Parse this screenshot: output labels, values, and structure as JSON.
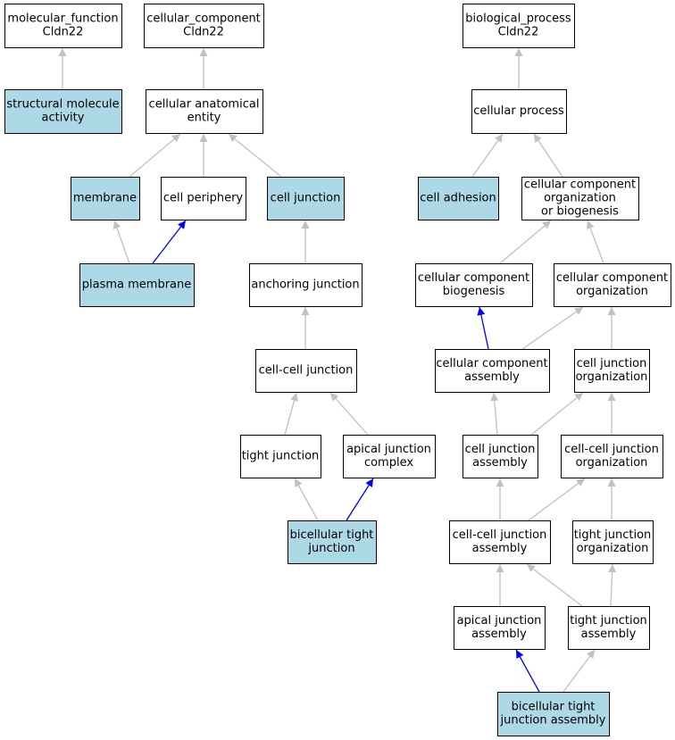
{
  "colors": {
    "highlight_fill": "#add8e6",
    "plain_fill": "#ffffff",
    "edge_gray": "#c0c0c0",
    "edge_blue": "#0000ff"
  },
  "nodes": [
    {
      "id": "mf_root",
      "lines": [
        "molecular_function",
        "Cldn22"
      ],
      "highlighted": false
    },
    {
      "id": "cc_root",
      "lines": [
        "cellular_component",
        "Cldn22"
      ],
      "highlighted": false
    },
    {
      "id": "bp_root",
      "lines": [
        "biological_process",
        "Cldn22"
      ],
      "highlighted": false
    },
    {
      "id": "struct_mol",
      "lines": [
        "structural molecule",
        "activity"
      ],
      "highlighted": true
    },
    {
      "id": "cell_anat",
      "lines": [
        "cellular anatomical",
        "entity"
      ],
      "highlighted": false
    },
    {
      "id": "cell_proc",
      "lines": [
        "cellular process"
      ],
      "highlighted": false
    },
    {
      "id": "membrane",
      "lines": [
        "membrane"
      ],
      "highlighted": true
    },
    {
      "id": "cell_periph",
      "lines": [
        "cell periphery"
      ],
      "highlighted": false
    },
    {
      "id": "cell_junction",
      "lines": [
        "cell junction"
      ],
      "highlighted": true
    },
    {
      "id": "cell_adhesion",
      "lines": [
        "cell adhesion"
      ],
      "highlighted": true
    },
    {
      "id": "ccob",
      "lines": [
        "cellular component",
        "organization",
        "or biogenesis"
      ],
      "highlighted": false
    },
    {
      "id": "plasma_mem",
      "lines": [
        "plasma membrane"
      ],
      "highlighted": true
    },
    {
      "id": "anchoring",
      "lines": [
        "anchoring junction"
      ],
      "highlighted": false
    },
    {
      "id": "cc_biogen",
      "lines": [
        "cellular component",
        "biogenesis"
      ],
      "highlighted": false
    },
    {
      "id": "cc_org",
      "lines": [
        "cellular component",
        "organization"
      ],
      "highlighted": false
    },
    {
      "id": "cell_cell_j",
      "lines": [
        "cell-cell junction"
      ],
      "highlighted": false
    },
    {
      "id": "cc_assembly",
      "lines": [
        "cellular component",
        "assembly"
      ],
      "highlighted": false
    },
    {
      "id": "cj_org",
      "lines": [
        "cell junction",
        "organization"
      ],
      "highlighted": false
    },
    {
      "id": "tight_j",
      "lines": [
        "tight junction"
      ],
      "highlighted": false
    },
    {
      "id": "apical_jc",
      "lines": [
        "apical junction",
        "complex"
      ],
      "highlighted": false
    },
    {
      "id": "cj_assembly",
      "lines": [
        "cell junction",
        "assembly"
      ],
      "highlighted": false
    },
    {
      "id": "ccj_org",
      "lines": [
        "cell-cell junction",
        "organization"
      ],
      "highlighted": false
    },
    {
      "id": "bicell_tj",
      "lines": [
        "bicellular tight",
        "junction"
      ],
      "highlighted": true
    },
    {
      "id": "ccj_assembly",
      "lines": [
        "cell-cell junction",
        "assembly"
      ],
      "highlighted": false
    },
    {
      "id": "tj_org",
      "lines": [
        "tight junction",
        "organization"
      ],
      "highlighted": false
    },
    {
      "id": "apical_ja",
      "lines": [
        "apical junction",
        "assembly"
      ],
      "highlighted": false
    },
    {
      "id": "tj_assembly",
      "lines": [
        "tight junction",
        "assembly"
      ],
      "highlighted": false
    },
    {
      "id": "bicell_tja",
      "lines": [
        "bicellular tight",
        "junction assembly"
      ],
      "highlighted": true
    }
  ],
  "edges": [
    {
      "from": "struct_mol",
      "to": "mf_root",
      "color": "gray"
    },
    {
      "from": "cell_anat",
      "to": "cc_root",
      "color": "gray"
    },
    {
      "from": "cell_proc",
      "to": "bp_root",
      "color": "gray"
    },
    {
      "from": "membrane",
      "to": "cell_anat",
      "color": "gray"
    },
    {
      "from": "cell_periph",
      "to": "cell_anat",
      "color": "gray"
    },
    {
      "from": "cell_junction",
      "to": "cell_anat",
      "color": "gray"
    },
    {
      "from": "cell_adhesion",
      "to": "cell_proc",
      "color": "gray"
    },
    {
      "from": "ccob",
      "to": "cell_proc",
      "color": "gray"
    },
    {
      "from": "plasma_mem",
      "to": "membrane",
      "color": "gray"
    },
    {
      "from": "plasma_mem",
      "to": "cell_periph",
      "color": "blue"
    },
    {
      "from": "anchoring",
      "to": "cell_junction",
      "color": "gray"
    },
    {
      "from": "cc_biogen",
      "to": "ccob",
      "color": "gray"
    },
    {
      "from": "cc_org",
      "to": "ccob",
      "color": "gray"
    },
    {
      "from": "cell_cell_j",
      "to": "anchoring",
      "color": "gray"
    },
    {
      "from": "cc_assembly",
      "to": "cc_biogen",
      "color": "blue"
    },
    {
      "from": "cc_assembly",
      "to": "cc_org",
      "color": "gray"
    },
    {
      "from": "cj_org",
      "to": "cc_org",
      "color": "gray"
    },
    {
      "from": "tight_j",
      "to": "cell_cell_j",
      "color": "gray"
    },
    {
      "from": "apical_jc",
      "to": "cell_cell_j",
      "color": "gray"
    },
    {
      "from": "cj_assembly",
      "to": "cc_assembly",
      "color": "gray"
    },
    {
      "from": "cj_assembly",
      "to": "cj_org",
      "color": "gray"
    },
    {
      "from": "ccj_org",
      "to": "cj_org",
      "color": "gray"
    },
    {
      "from": "bicell_tj",
      "to": "tight_j",
      "color": "gray"
    },
    {
      "from": "bicell_tj",
      "to": "apical_jc",
      "color": "blue"
    },
    {
      "from": "ccj_assembly",
      "to": "cj_assembly",
      "color": "gray"
    },
    {
      "from": "ccj_assembly",
      "to": "ccj_org",
      "color": "gray"
    },
    {
      "from": "tj_org",
      "to": "ccj_org",
      "color": "gray"
    },
    {
      "from": "apical_ja",
      "to": "ccj_assembly",
      "color": "gray"
    },
    {
      "from": "tj_assembly",
      "to": "ccj_assembly",
      "color": "gray"
    },
    {
      "from": "tj_assembly",
      "to": "tj_org",
      "color": "gray"
    },
    {
      "from": "bicell_tja",
      "to": "apical_ja",
      "color": "blue"
    },
    {
      "from": "bicell_tja",
      "to": "tj_assembly",
      "color": "gray"
    }
  ]
}
